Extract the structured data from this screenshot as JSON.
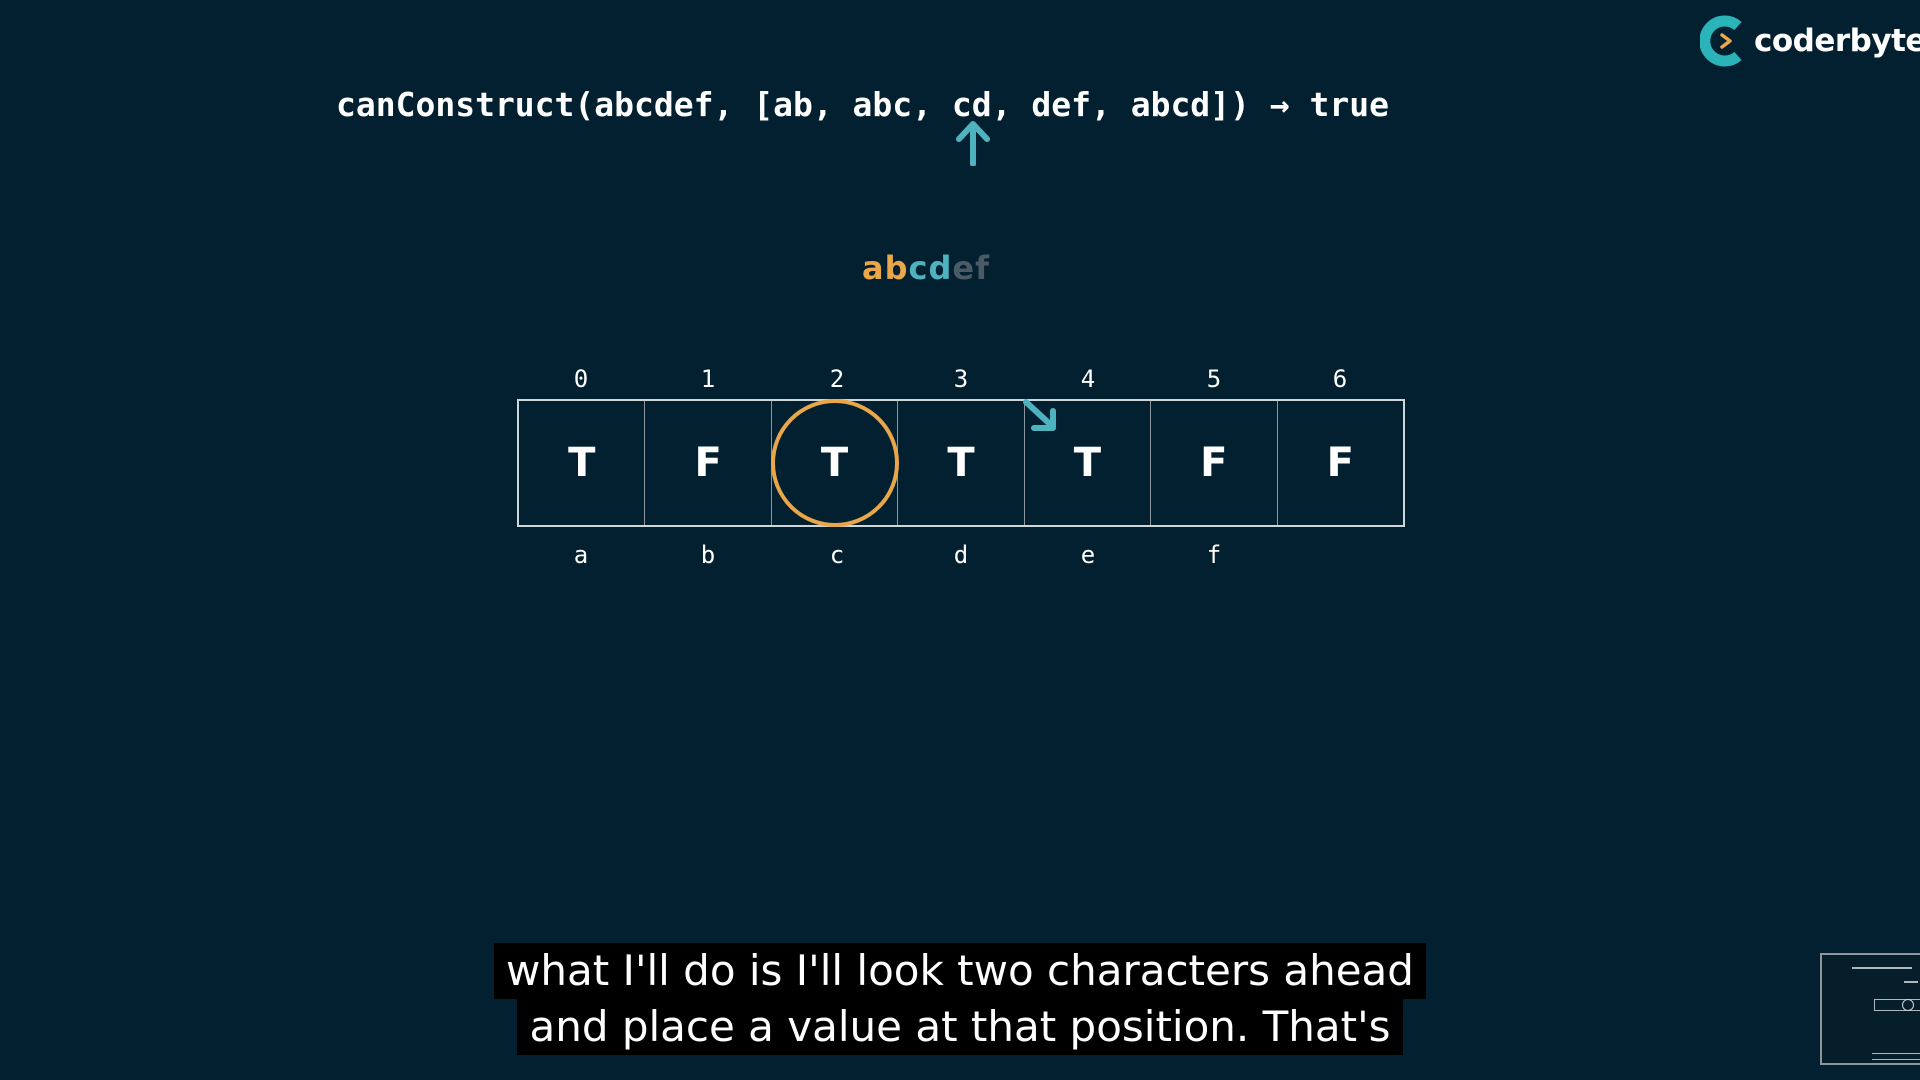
{
  "brand": {
    "logo_text": "coderbyte",
    "logo_icon": "coderbyte-logo-icon",
    "logo_colors": {
      "ring": "#2ab3b9",
      "chevron": "#e9a749"
    }
  },
  "expression": "canConstruct(abcdef, [ab, abc, cd, def, abcd]) → true",
  "target": {
    "prefix_matched": "ab",
    "current_word": "cd",
    "remaining": "ef"
  },
  "table": {
    "indices": [
      "0",
      "1",
      "2",
      "3",
      "4",
      "5",
      "6"
    ],
    "values": [
      "T",
      "F",
      "T",
      "T",
      "T",
      "F",
      "F"
    ],
    "letters": [
      "a",
      "b",
      "c",
      "d",
      "e",
      "f"
    ],
    "highlighted_index": 2
  },
  "icons": {
    "pointer": "up-arrow-icon",
    "jump": "diagonal-arrow-icon"
  },
  "colors": {
    "background": "#022030",
    "accent_orange": "#e9a749",
    "accent_teal": "#4fb3bf",
    "muted": "#4b5b66"
  },
  "subtitles": [
    "what I'll do is I'll look two characters ahead",
    "and place a value at that position. That's"
  ]
}
